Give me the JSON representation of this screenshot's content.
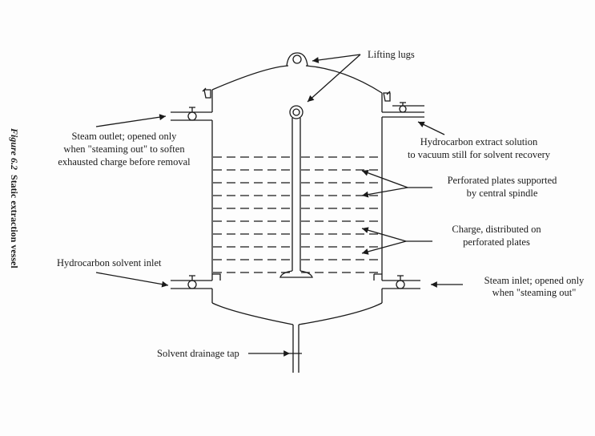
{
  "caption": {
    "figure": "Figure 6.2",
    "title": "Static extraction vessel"
  },
  "labels": {
    "lifting_lugs": "Lifting lugs",
    "steam_outlet": [
      "Steam outlet; opened only",
      "when \"steaming out\" to soften",
      "exhausted charge before removal"
    ],
    "extract_solution": [
      "Hydrocarbon extract solution",
      "to vacuum still for solvent recovery"
    ],
    "perforated_plates": [
      "Perforated plates supported",
      "by central spindle"
    ],
    "charge": [
      "Charge, distributed on",
      "perforated plates"
    ],
    "solvent_inlet": "Hydrocarbon solvent inlet",
    "steam_inlet": [
      "Steam inlet; opened only",
      "when \"steaming out\""
    ],
    "drainage_tap": "Solvent drainage tap"
  }
}
